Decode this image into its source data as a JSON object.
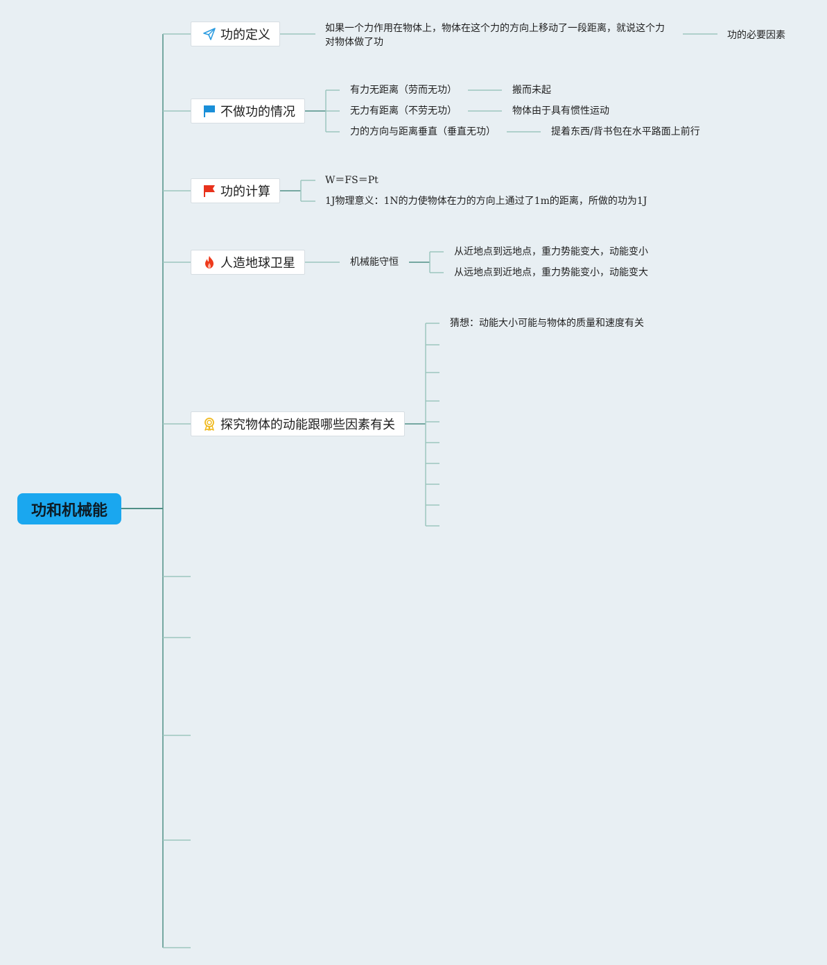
{
  "root": {
    "label": "功和机械能"
  },
  "topics": [
    {
      "id": "definition",
      "label": "功的定义",
      "icon": "paper-plane-icon",
      "children": [
        {
          "label": "如果一个力作用在物体上，物体在这个力的方向上移动了一段距离，就说这个力对物体做了功",
          "children": [
            {
              "label": "功的必要因素"
            }
          ]
        }
      ]
    },
    {
      "id": "no-work",
      "label": "不做功的情况",
      "icon": "blue-flag-icon",
      "children": [
        {
          "label": "有力无距离（劳而无功）",
          "children": [
            {
              "label": "搬而未起"
            }
          ]
        },
        {
          "label": "无力有距离（不劳无功）",
          "children": [
            {
              "label": "物体由于具有惯性运动"
            }
          ]
        },
        {
          "label": "力的方向与距离垂直（垂直无功）",
          "children": [
            {
              "label": "提着东西/背书包在水平路面上前行"
            }
          ]
        }
      ]
    },
    {
      "id": "calculation",
      "label": "功的计算",
      "icon": "red-flag-icon",
      "children": [
        {
          "label": "W＝FS＝Pt"
        },
        {
          "label": "1J物理意义：1N的力使物体在力的方向上通过了1m的距离，所做的功为1J"
        }
      ]
    },
    {
      "id": "satellite",
      "label": "人造地球卫星",
      "icon": "fire-icon",
      "children": [
        {
          "label": "机械能守恒",
          "children": [
            {
              "label": "从近地点到远地点，重力势能变大，动能变小"
            },
            {
              "label": "从远地点到近地点，重力势能变小，动能变大"
            }
          ]
        }
      ]
    },
    {
      "id": "kinetic",
      "label": "探究物体的动能跟哪些因素有关",
      "icon": "medal-icon",
      "children": [
        {
          "label": "猜想：动能大小可能与物体的质量和速度有关"
        }
      ]
    }
  ],
  "colors": {
    "background": "#e8eff3",
    "root_fill": "#1aa7ef",
    "trunk_line": "#4f8f86",
    "branch_line": "#9cc6be"
  }
}
